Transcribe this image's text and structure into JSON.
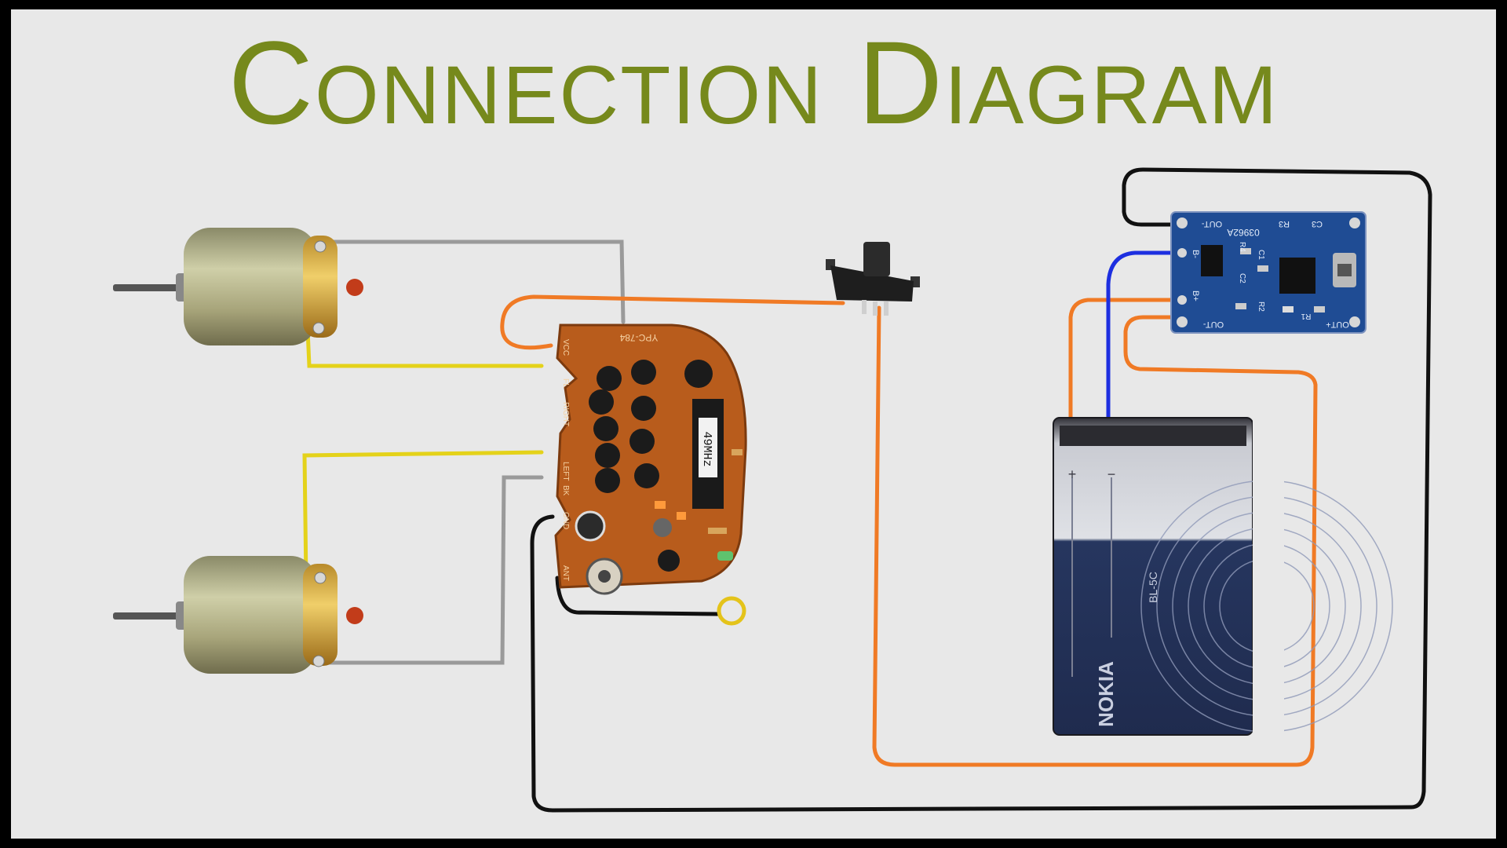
{
  "title": "Connection Diagram",
  "colors": {
    "title": "#76891c",
    "wire_orange": "#f07a25",
    "wire_black": "#111111",
    "wire_gray": "#9a9a9a",
    "wire_yellow": "#e4d21a",
    "wire_blue": "#1d2fe0",
    "pcb_brown": "#b85c1c",
    "charger_blue": "#1f4c94",
    "battery_navy": "#2a3a63"
  },
  "components": {
    "receiver": {
      "chip_label": "49MHz",
      "board_label": "YPC-784",
      "pins": [
        "VCC",
        "FL",
        "RIGHT",
        "LEFT",
        "BK",
        "GND",
        "ANT"
      ]
    },
    "charger": {
      "chip_label": "03962A",
      "pins_left": [
        "B-",
        "B+"
      ],
      "pins_bottom": [
        "OUT-",
        "OUT+"
      ],
      "top_labels": [
        "OUT-",
        "R3",
        "C3"
      ],
      "parts": [
        "R4",
        "C2",
        "C1",
        "R1",
        "R2"
      ]
    },
    "battery": {
      "brand": "NOKIA",
      "model": "BL-5C",
      "plus": "+",
      "minus": "−"
    }
  }
}
